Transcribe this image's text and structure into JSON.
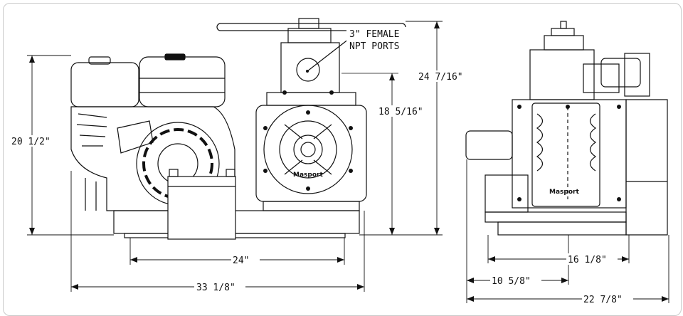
{
  "callout": {
    "line1": "3\" FEMALE",
    "line2": "NPT PORTS"
  },
  "dimensions": {
    "height_engine": "20 1/2\"",
    "height_pump": "18 5/16\"",
    "height_overall": "24 7/16\"",
    "mount_width": "24\"",
    "overall_length": "33 1/8\"",
    "side_mount_width": "16 1/8\"",
    "side_offset": "10 5/8\"",
    "side_overall_width": "22 7/8\""
  },
  "brand": {
    "front_logo": "Masport",
    "side_logo": "Masport"
  }
}
